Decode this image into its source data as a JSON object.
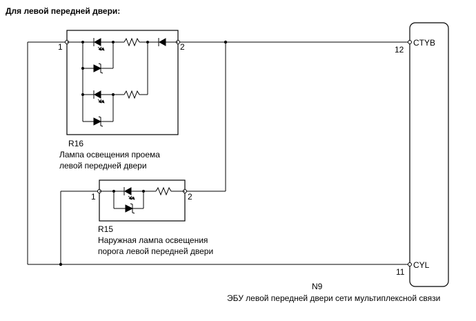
{
  "title": "Для левой передней двери:",
  "r16": {
    "code": "R16",
    "desc_line1": "Лампа освещения проема",
    "desc_line2": "левой передней двери",
    "pin_left": "1",
    "pin_right": "2"
  },
  "r15": {
    "code": "R15",
    "desc_line1": "Наружная лампа освещения",
    "desc_line2": "порога левой передней двери",
    "pin_left": "1",
    "pin_right": "2"
  },
  "ecu": {
    "code": "N9",
    "desc": "ЭБУ левой передней двери сети мультиплексной связи",
    "ctyb_label": "CTYB",
    "ctyb_pin": "12",
    "cyl_label": "CYL",
    "cyl_pin": "11"
  }
}
